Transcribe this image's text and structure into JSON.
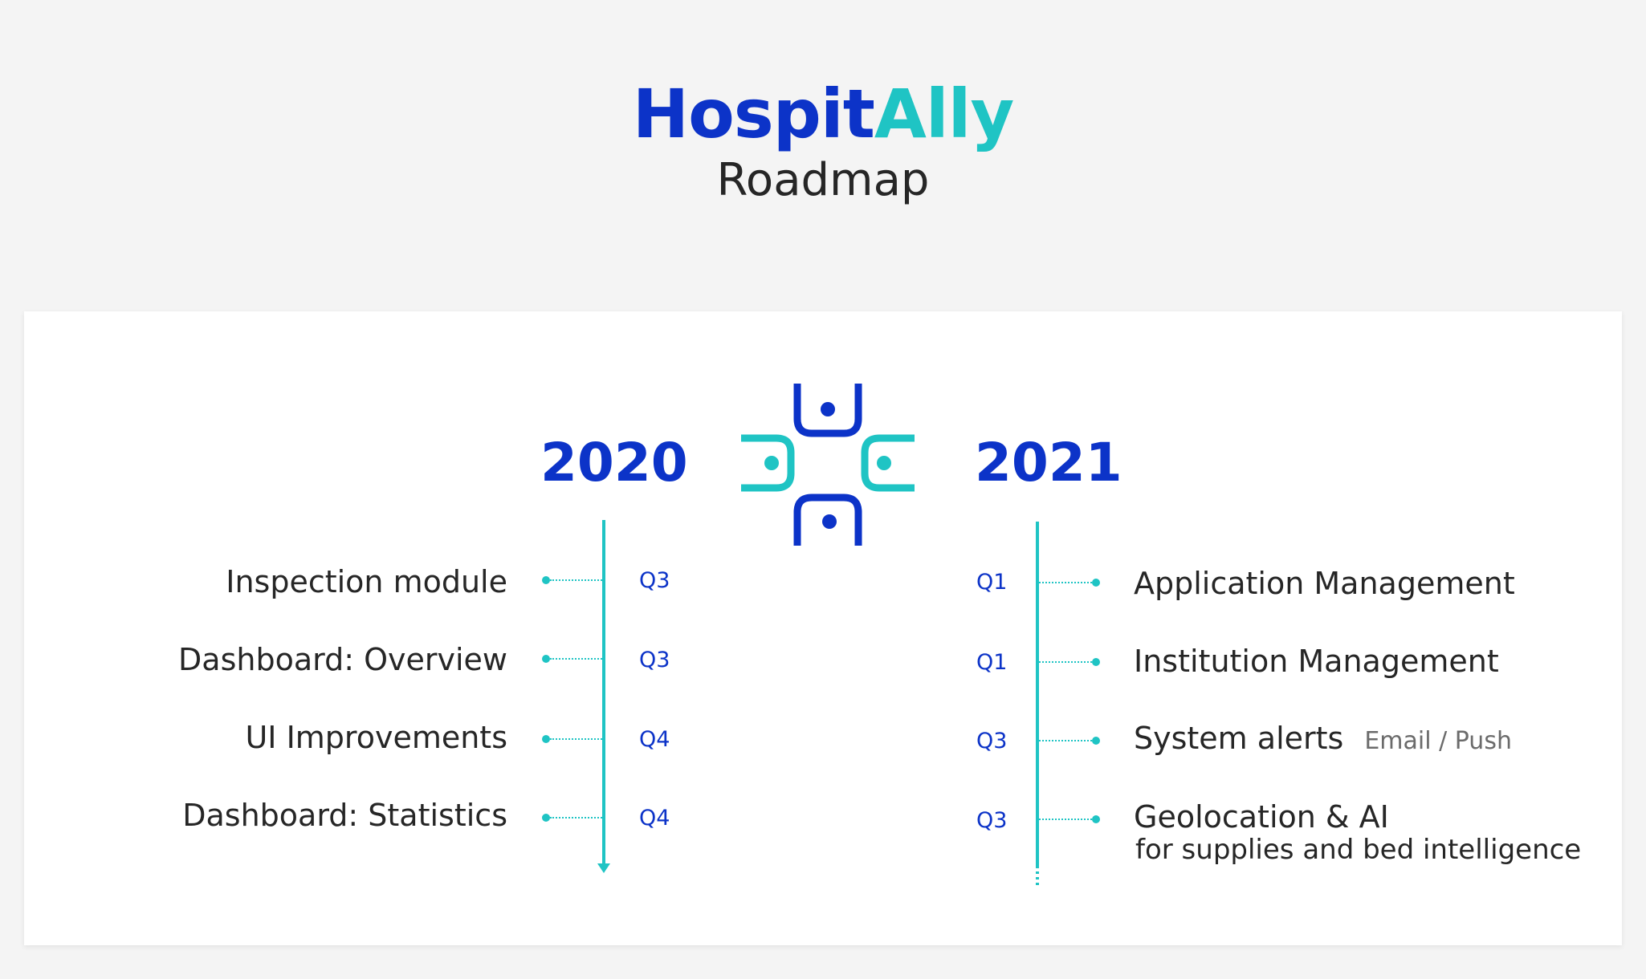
{
  "brand": {
    "part1": "Hospit",
    "part2": "Ally"
  },
  "subtitle": "Roadmap",
  "timelines": {
    "left": {
      "year": "2020",
      "items": [
        {
          "label": "Inspection module",
          "quarter": "Q3"
        },
        {
          "label": "Dashboard: Overview",
          "quarter": "Q3"
        },
        {
          "label": "UI Improvements",
          "quarter": "Q4"
        },
        {
          "label": "Dashboard: Statistics",
          "quarter": "Q4"
        }
      ]
    },
    "right": {
      "year": "2021",
      "items": [
        {
          "label": "Application Management",
          "quarter": "Q1"
        },
        {
          "label": "Institution Management",
          "quarter": "Q1"
        },
        {
          "label": "System alerts",
          "note": "Email / Push",
          "quarter": "Q3"
        },
        {
          "label": "Geolocation & AI",
          "sublabel": "for supplies and bed intelligence",
          "quarter": "Q3"
        }
      ]
    }
  },
  "colors": {
    "primary": "#0c33c8",
    "accent": "#1fc4c4",
    "text": "#262626",
    "background": "#f4f4f4",
    "card": "#ffffff"
  },
  "icons": {
    "logo": "hospitally-logo-icon"
  }
}
